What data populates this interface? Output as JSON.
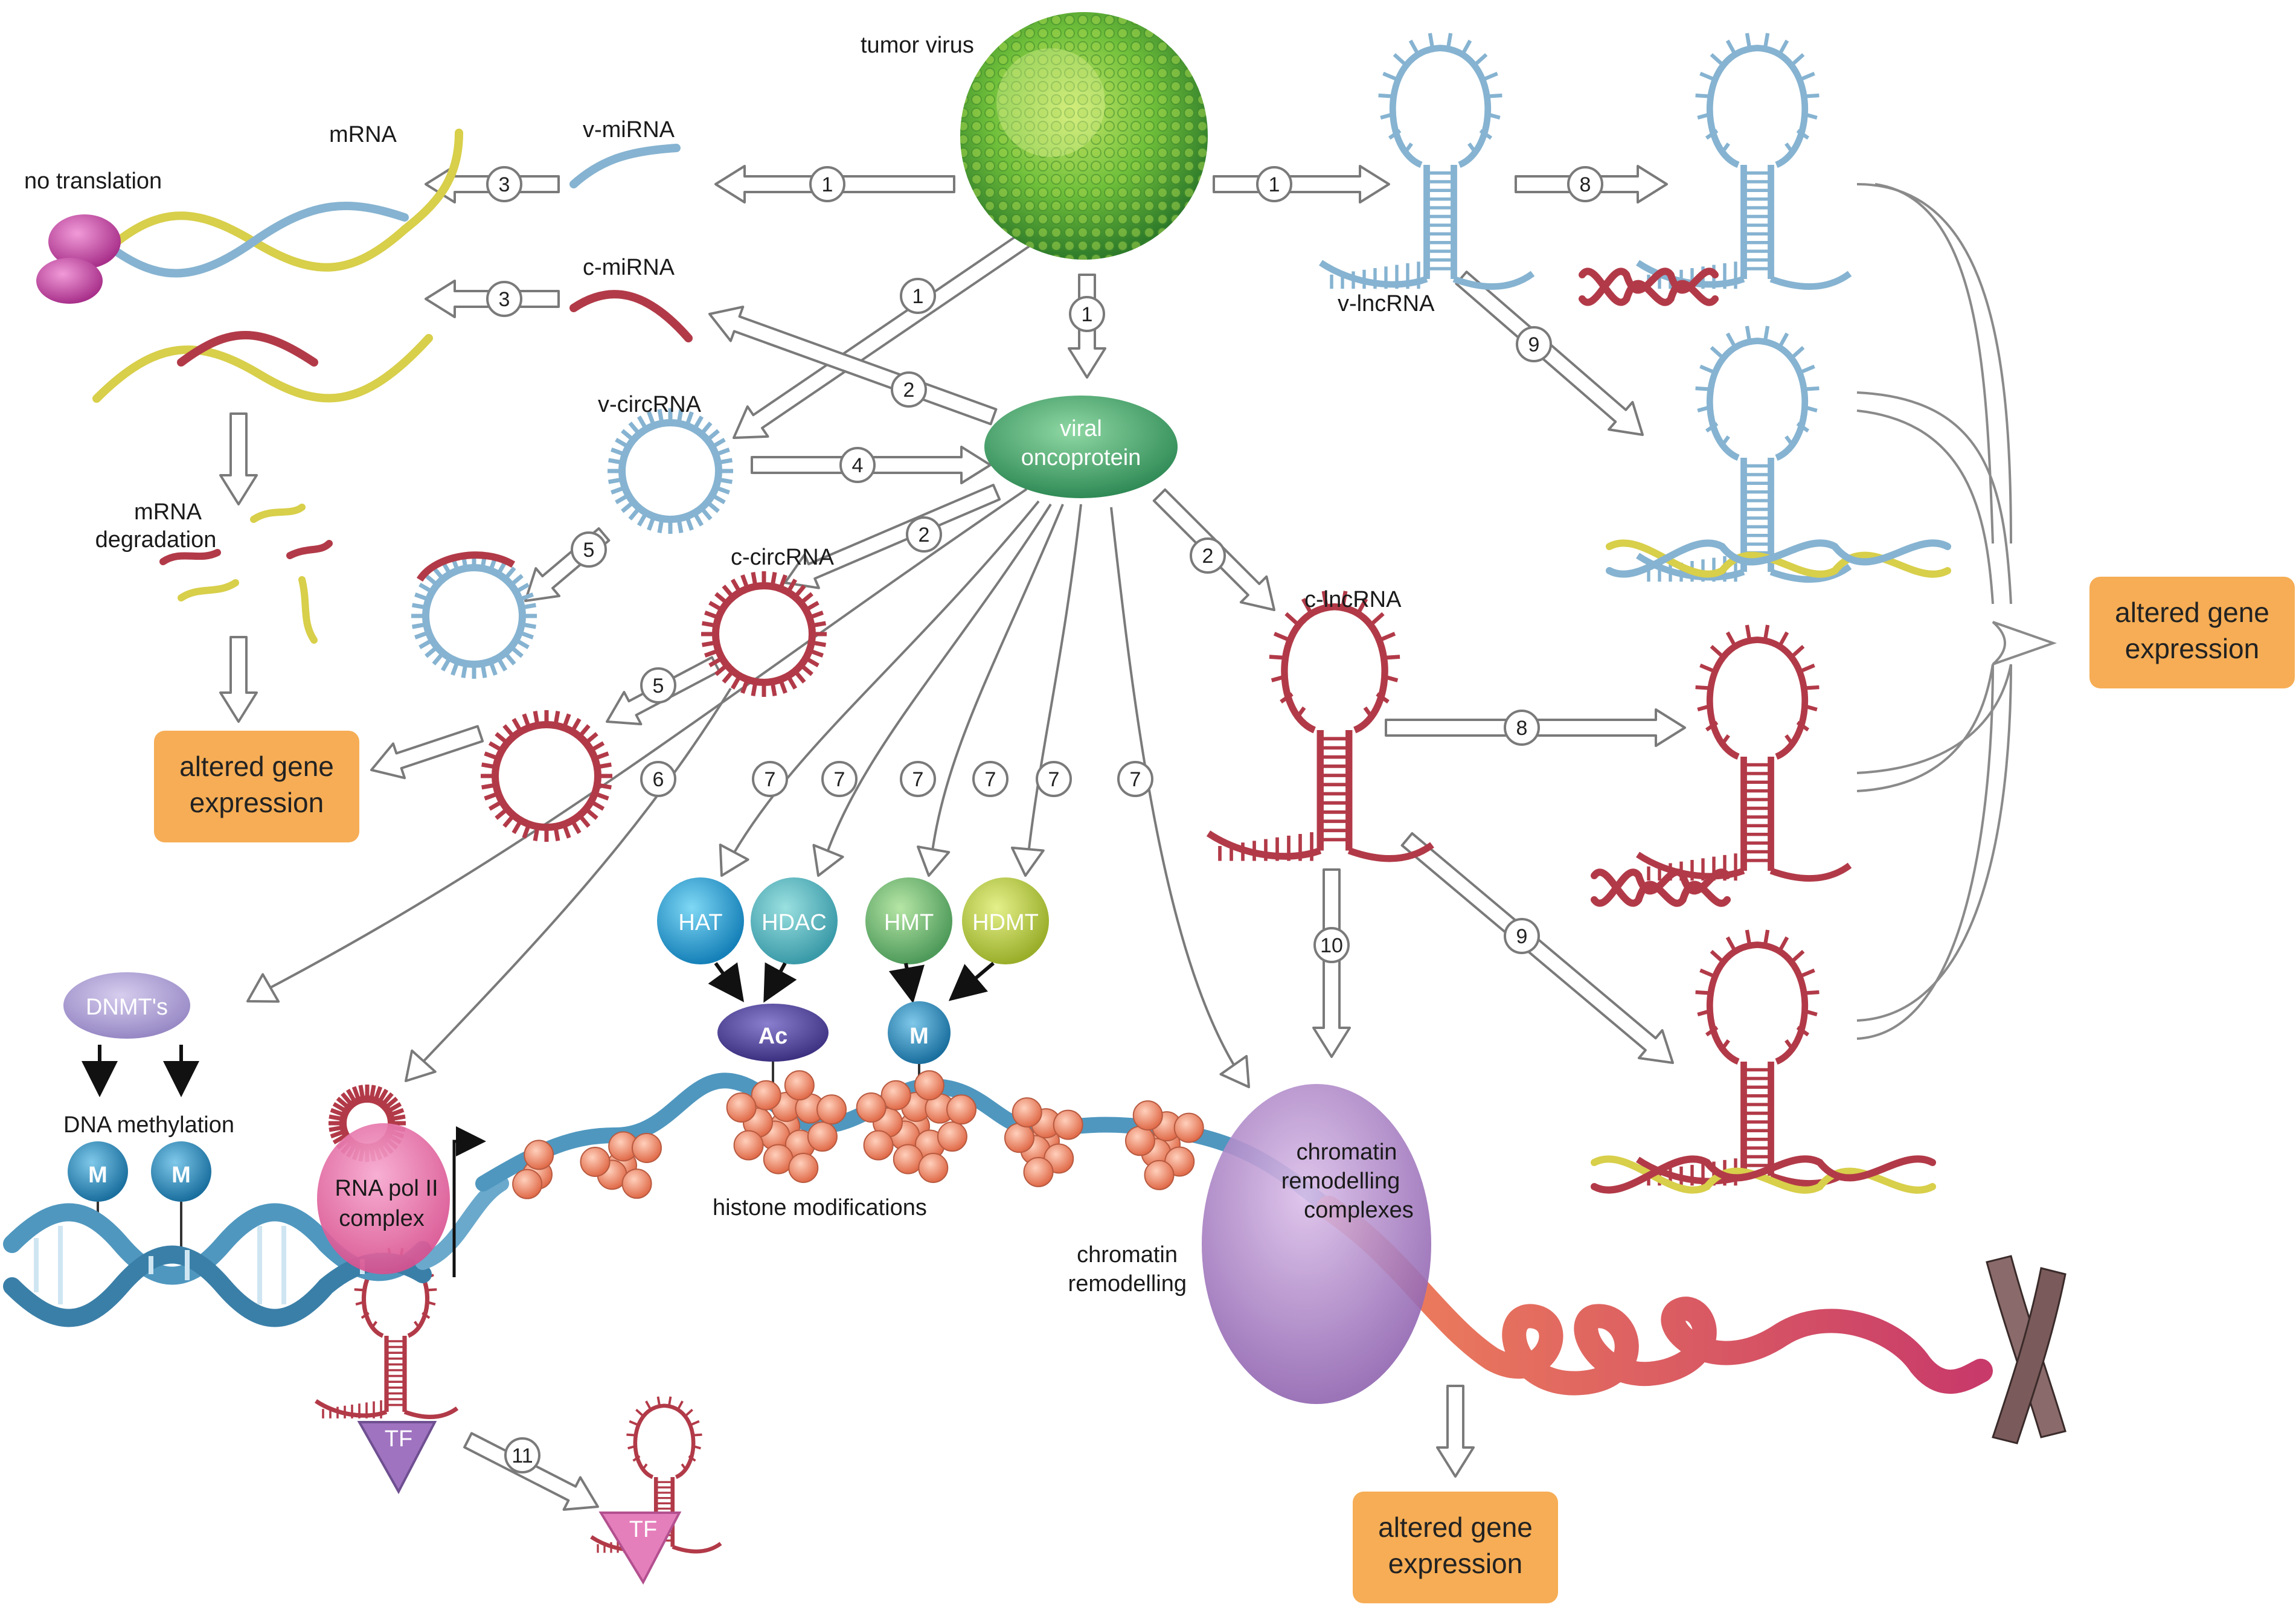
{
  "labels": {
    "tumor_virus": "tumor virus",
    "mrna": "mRNA",
    "v_mirna": "v-miRNA",
    "c_mirna": "c-miRNA",
    "no_translation": "no translation",
    "mrna_degradation_1": "mRNA",
    "mrna_degradation_2": "degradation",
    "v_circrna": "v-circRNA",
    "c_circrna": "c-circRNA",
    "viral_oncoprotein_1": "viral",
    "viral_oncoprotein_2": "oncoprotein",
    "v_lncrna": "v-lncRNA",
    "c_lncrna": "c-lncRNA",
    "dnmts": "DNMT's",
    "dna_methylation": "DNA methylation",
    "rna_pol_1": "RNA pol II",
    "rna_pol_2": "complex",
    "histone_modifications": "histone modifications",
    "chromatin_remodelling_1": "chromatin",
    "chromatin_remodelling_2": "remodelling",
    "chromatin_complexes_1": "chromatin",
    "chromatin_complexes_2": "remodelling",
    "chromatin_complexes_3": "complexes",
    "hat": "HAT",
    "hdac": "HDAC",
    "hmt": "HMT",
    "hdmt": "HDMT",
    "ac": "Ac",
    "m": "M",
    "tf": "TF"
  },
  "outcome_boxes": {
    "line1": "altered gene",
    "line2": "expression"
  },
  "steps": [
    "1",
    "2",
    "3",
    "4",
    "5",
    "6",
    "7",
    "8",
    "9",
    "10",
    "11"
  ],
  "colors": {
    "virus": "#6fbf3a",
    "viral_rna": "#86b3d1",
    "cellular_rna": "#b23a48",
    "mrna": "#d8cf4a",
    "oncoprotein": "#4aa86a",
    "outcome_box": "#f6ad55",
    "chromatin_complex": "#b38bc7",
    "histone": "#f1906f",
    "dna": "#4f97bf"
  }
}
